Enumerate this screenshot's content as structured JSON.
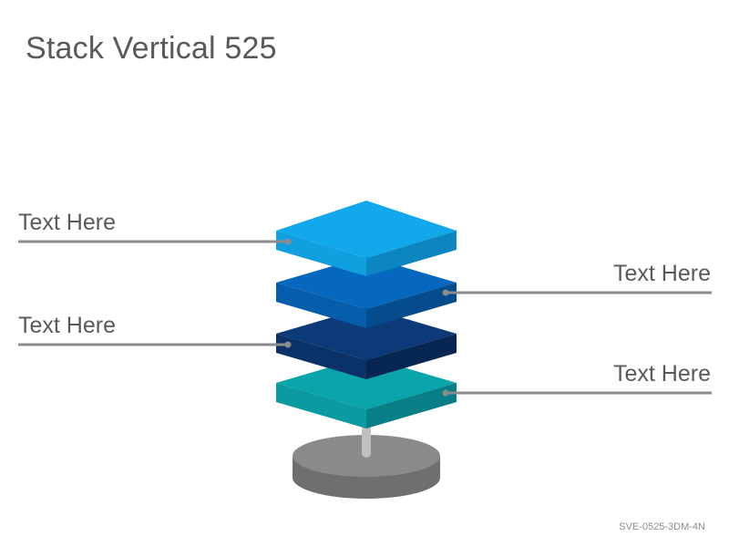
{
  "title": "Stack Vertical 525",
  "code": "SVE-0525-3DM-4N",
  "colors": {
    "layer1": "#12a9ec",
    "layer2": "#0567bd",
    "layer3": "#0c3a78",
    "layer4": "#0aa4ab",
    "base": "#7f7f7f",
    "line": "#8c8c8c"
  },
  "labels": [
    {
      "text": "Text Here",
      "side": "left"
    },
    {
      "text": "Text Here",
      "side": "right"
    },
    {
      "text": "Text Here",
      "side": "left"
    },
    {
      "text": "Text Here",
      "side": "right"
    }
  ]
}
